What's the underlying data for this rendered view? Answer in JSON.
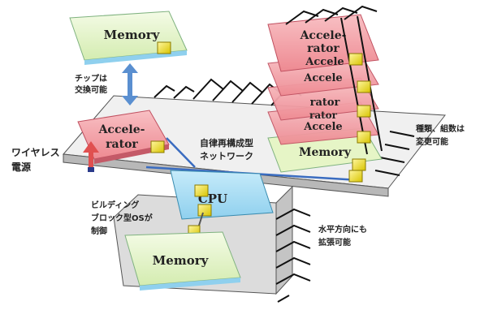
{
  "chips": {
    "memory_top": "Memory",
    "memory_bottom": "Memory",
    "memory_stack": "Memory",
    "accelerator_left_line1": "Accele-",
    "accelerator_left_line2": "rator",
    "accelerator_stack_top_line1": "Accele-",
    "accelerator_stack_top_line2": "rator",
    "accelerator_stack_ghost1": "Accele",
    "accelerator_stack_ghost2": "Accele",
    "accelerator_stack_ghost3": "rator",
    "accelerator_stack_ghost4": "Accele",
    "accelerator_stack_ghost5": "rator",
    "cpu": "CPU"
  },
  "annotations": {
    "chip_swap_line1": "チップは",
    "chip_swap_line2": "交換可能",
    "wireless_line1": "ワイヤレス",
    "wireless_line2": "電源",
    "network_line1": "自律再構成型",
    "network_line2": "ネットワーク",
    "building_block_line1": "ビルディング",
    "building_block_line2": "ブロック型OSが",
    "building_block_line3": "制御",
    "type_count_line1": "種類、組数は",
    "type_count_line2": "変更可能",
    "horizontal_line1": "水平方向にも",
    "horizontal_line2": "拡張可能"
  },
  "colors": {
    "board": "#d9d9d9",
    "memory_fill": "#e6f5c6",
    "accelerator_fill": "#f4a3a8",
    "cpu_fill": "#a8dcf2",
    "connector": "#f0e000",
    "swap_arrow": "#5a8fd0",
    "power_arrow": "#e05050"
  }
}
